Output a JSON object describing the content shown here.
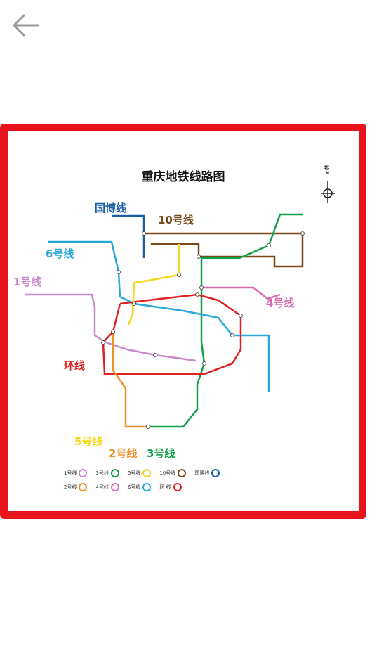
{
  "nav": {
    "back_icon": "back-arrow-icon"
  },
  "map": {
    "title": "重庆地铁线路图",
    "north": "北",
    "north_small": "N",
    "line_labels": {
      "guobo": "国博线",
      "line10": "10号线",
      "line6": "6号线",
      "line1": "1号线",
      "line4": "4号线",
      "loop": "环线",
      "line5": "5号线",
      "line2": "2号线",
      "line3": "3号线"
    },
    "colors": {
      "line1": "#c889c8",
      "line2": "#f0912a",
      "line3": "#10a04a",
      "line4": "#d46bb0",
      "line5": "#f6d61b",
      "line6": "#2aa8dc",
      "line10": "#7a4a1a",
      "loop": "#e12121",
      "guobo": "#1c5fa8",
      "frame": "#e8141b"
    },
    "legend": [
      {
        "label": "1号线"
      },
      {
        "label": "3号线"
      },
      {
        "label": "5号线"
      },
      {
        "label": "10号线"
      },
      {
        "label": "国博线"
      },
      {
        "label": "2号线"
      },
      {
        "label": "4号线"
      },
      {
        "label": "6号线"
      },
      {
        "label": "环 线"
      }
    ]
  }
}
